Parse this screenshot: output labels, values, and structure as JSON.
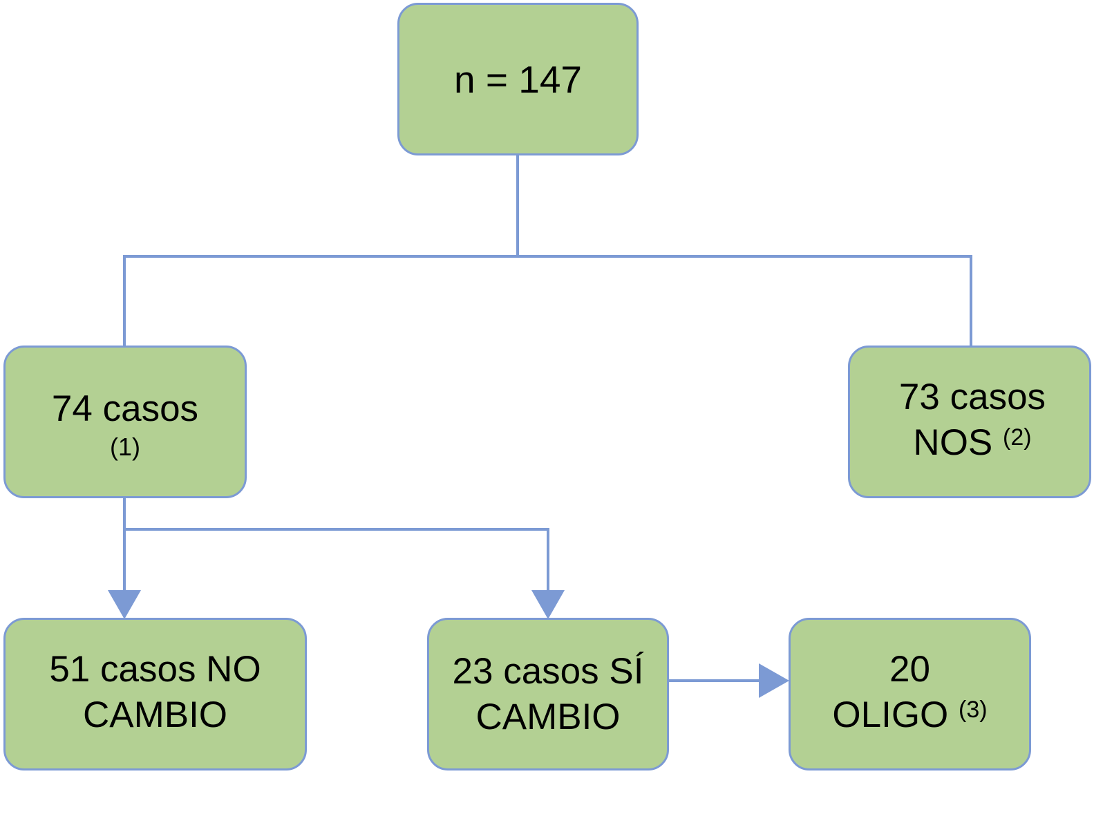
{
  "nodes": {
    "root": {
      "text": "n = 147"
    },
    "left": {
      "text": "74 casos",
      "note": "(1)"
    },
    "right": {
      "line1": "73 casos",
      "line2": "NOS",
      "note": "(2)"
    },
    "no_change": {
      "line1": "51 casos NO",
      "line2": "CAMBIO"
    },
    "yes_change": {
      "line1": "23 casos SÍ",
      "line2": "CAMBIO"
    },
    "oligo": {
      "line1": "20",
      "line2": "OLIGO",
      "note": "(3)"
    }
  },
  "colors": {
    "box_fill": "#b3d093",
    "box_border": "#7c9ad4",
    "connector": "#7c9ad4"
  }
}
